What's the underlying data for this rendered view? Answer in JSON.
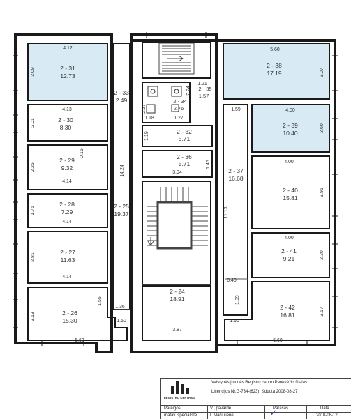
{
  "rooms": [
    {
      "id": "r231",
      "label": "2 - 31",
      "area": "12.73",
      "highlight": true
    },
    {
      "id": "r230",
      "label": "2 - 30",
      "area": "8.30",
      "highlight": false
    },
    {
      "id": "r229",
      "label": "2 - 29",
      "area": "9.32",
      "highlight": false
    },
    {
      "id": "r228",
      "label": "2 - 28",
      "area": "7.29",
      "highlight": false
    },
    {
      "id": "r227",
      "label": "2 - 27",
      "area": "11.63",
      "highlight": false
    },
    {
      "id": "r226",
      "label": "2 - 26",
      "area": "15.30",
      "highlight": false
    },
    {
      "id": "r225",
      "label": "2 - 25",
      "area": "19.37",
      "highlight": false
    },
    {
      "id": "r233",
      "label": "2 - 33",
      "area": "2.49",
      "highlight": false
    },
    {
      "id": "r234",
      "label": "2 - 34",
      "area": "2.76",
      "highlight": false
    },
    {
      "id": "r235",
      "label": "2 - 35",
      "area": "1.57",
      "highlight": false
    },
    {
      "id": "r232",
      "label": "2 - 32",
      "area": "5.71",
      "highlight": false
    },
    {
      "id": "r236",
      "label": "2 - 36",
      "area": "5.71",
      "highlight": false
    },
    {
      "id": "r224",
      "label": "2 - 24",
      "area": "18.91",
      "highlight": false
    },
    {
      "id": "r238",
      "label": "2 - 38",
      "area": "17.19",
      "highlight": true
    },
    {
      "id": "r239",
      "label": "2 - 39",
      "area": "10.40",
      "highlight": true
    },
    {
      "id": "r237",
      "label": "2 - 37",
      "area": "16.68",
      "highlight": false
    },
    {
      "id": "r240",
      "label": "2 - 40",
      "area": "15.81",
      "highlight": false
    },
    {
      "id": "r241",
      "label": "2 - 41",
      "area": "9.21",
      "highlight": false
    },
    {
      "id": "r242",
      "label": "2 - 42",
      "area": "16.81",
      "highlight": false
    }
  ],
  "dimensions": {
    "d412": "4.12",
    "d309": "3.09",
    "d413": "4.13",
    "d201": "2.01",
    "d225": "2.25",
    "d015": "0.15",
    "d414a": "4.14",
    "d176": "1.76",
    "d414b": "4.14",
    "d281": "2.81",
    "d414c": "4.14",
    "d313": "3.13",
    "d155": "1.55",
    "d136": "1.36",
    "d150": "1.50",
    "d563": "5.63",
    "d1424": "14.24",
    "d121": "1.21",
    "d224": "2.24",
    "d227": "2.27",
    "d118": "1.18",
    "d127": "1.27",
    "d119": "1.19",
    "d394": "3.94",
    "d145": "1.45",
    "d387": "3.87",
    "d560a": "5.60",
    "d307": "3.07",
    "d159": "1.59",
    "d400a": "4.00",
    "d260": "2.60",
    "d1113": "11.13",
    "d400b": "4.00",
    "d395": "3.95",
    "d400c": "4.00",
    "d230": "2.30",
    "d040": "0.40",
    "d199": "1.99",
    "d357": "3.57",
    "d160": "1.60",
    "d560b": "5.60"
  },
  "title_block": {
    "logo_caption": "REGISTRŲ CENTRAS",
    "line1": "Valstybės įmonės Registrų centro Panevėžio filialas",
    "line2": "Licencijos Nr.G-734-(623), išduota 2008-08-27",
    "head_position": "Pareigos",
    "head_name": "V., pavardė",
    "head_sign": "Parašas",
    "head_date": "Data",
    "val_position": "matav. specialistė",
    "val_name": "L.Mačiulienė",
    "val_sign": "",
    "val_date": "2010-08-12"
  },
  "colors": {
    "highlight_fill": "#d8eaf4",
    "wall": "#1a1a1a",
    "line": "#333333"
  }
}
